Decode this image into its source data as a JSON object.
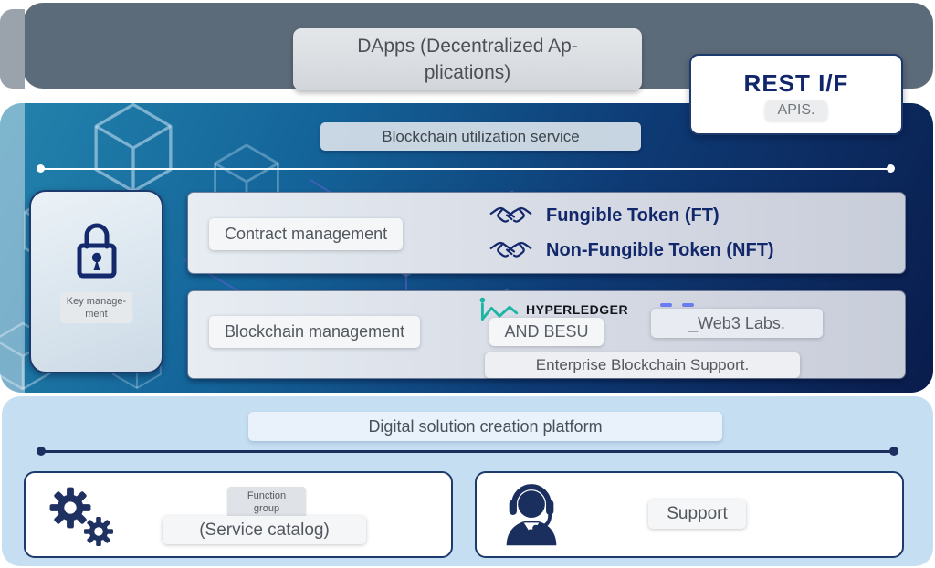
{
  "colors": {
    "navy": "#14296b",
    "slate_band": "#5c6b79",
    "teal_brand": "#1db5a5",
    "web3_blue": "#6b7cf0",
    "band_blue_start": "#2383ac",
    "band_blue_end": "#0a1c4c",
    "light_blue_band": "#c6def2"
  },
  "icons": {
    "key_management": "lock-icon",
    "tokens": "handshake-icon",
    "hyperledger": "line-chart-icon",
    "function_group": "gears-icon",
    "support": "headset-icon",
    "background": "cube-icon"
  },
  "top": {
    "dapps_line1": "DApps (Decentralized Ap-",
    "dapps_line2": "plications)",
    "rest_title": "REST I/F",
    "rest_sub": "APIS."
  },
  "middle": {
    "band_title": "Blockchain utilization service",
    "key_line1": "Key manage-",
    "key_line2": "ment",
    "contract": {
      "label": "Contract management",
      "tokens": [
        {
          "icon": "handshake-icon",
          "text": "Fungible Token (FT)"
        },
        {
          "icon": "handshake-icon",
          "text": "Non-Fungible Token (NFT)"
        }
      ]
    },
    "blockchain": {
      "label": "Blockchain management",
      "hyperledger_brand": "HYPERLEDGER",
      "besu_label": "AND BESU",
      "web3labs_label": "_Web3 Labs.",
      "enterprise_label": "Enterprise Blockchain Support."
    }
  },
  "bottom": {
    "band_title": "Digital solution creation platform",
    "function_line1": "Function",
    "function_line2": "group",
    "service_catalog_label": "(Service catalog)",
    "support_label": "Support"
  }
}
